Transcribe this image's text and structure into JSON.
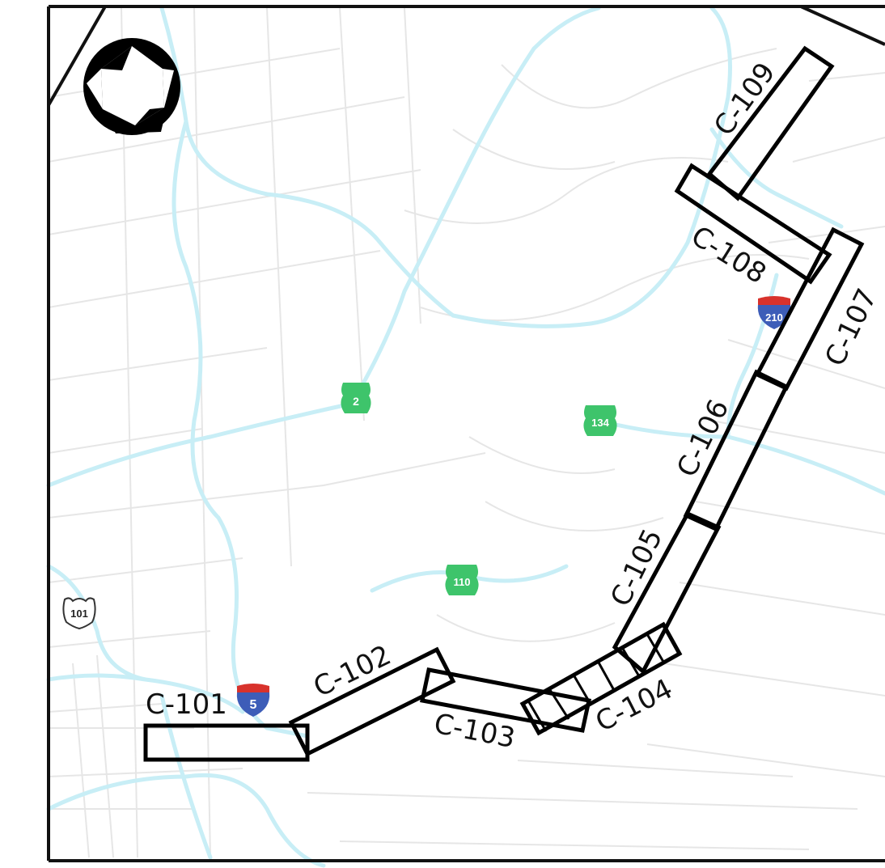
{
  "map": {
    "segments": [
      {
        "id": "c101",
        "label": "C-101"
      },
      {
        "id": "c102",
        "label": "C-102"
      },
      {
        "id": "c103",
        "label": "C-103"
      },
      {
        "id": "c104",
        "label": "C-104"
      },
      {
        "id": "c105",
        "label": "C-105"
      },
      {
        "id": "c106",
        "label": "C-106"
      },
      {
        "id": "c107",
        "label": "C-107"
      },
      {
        "id": "c108",
        "label": "C-108"
      },
      {
        "id": "c109",
        "label": "C-109"
      }
    ],
    "shields": [
      {
        "id": "i5",
        "type": "interstate",
        "text": "5"
      },
      {
        "id": "i210",
        "type": "interstate",
        "text": "210"
      },
      {
        "id": "sr2",
        "type": "state-route",
        "text": "2"
      },
      {
        "id": "sr134",
        "type": "state-route",
        "text": "134"
      },
      {
        "id": "sr110",
        "type": "state-route",
        "text": "110"
      },
      {
        "id": "us101",
        "type": "us-route",
        "text": "101"
      }
    ],
    "colors": {
      "border": "#111111",
      "segment_outline": "#000000",
      "streets": "#e6e6e6",
      "freeways": "#c8eef6",
      "interstate_blue": "#3d5db8",
      "interstate_red": "#d8322c",
      "state_route_green": "#3ec46b",
      "background": "#ffffff"
    },
    "north_arrow": {
      "icon": "north-arrow-icon"
    }
  }
}
